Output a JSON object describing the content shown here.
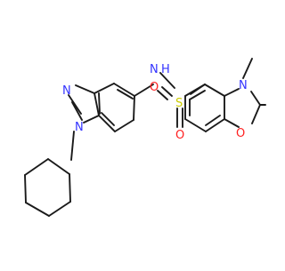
{
  "structure": {
    "atom_labels": [
      {
        "id": "N_imine",
        "text": "N",
        "color": "#3333ff"
      },
      {
        "id": "N_cyhex",
        "text": "N",
        "color": "#3333ff"
      },
      {
        "id": "N_amide",
        "text": "N",
        "color": "#3333ff"
      },
      {
        "id": "H_amide",
        "text": "H",
        "color": "#3333ff"
      },
      {
        "id": "S",
        "text": "S",
        "color": "#cccc00"
      },
      {
        "id": "O_s_up",
        "text": "O",
        "color": "#ff2020"
      },
      {
        "id": "O_s_down",
        "text": "O",
        "color": "#ff2020"
      },
      {
        "id": "N_ring",
        "text": "N",
        "color": "#3333ff"
      },
      {
        "id": "O_carbonyl",
        "text": "O",
        "color": "#ff2020"
      },
      {
        "id": "O_ring",
        "text": "O",
        "color": "#ff2020"
      }
    ]
  }
}
